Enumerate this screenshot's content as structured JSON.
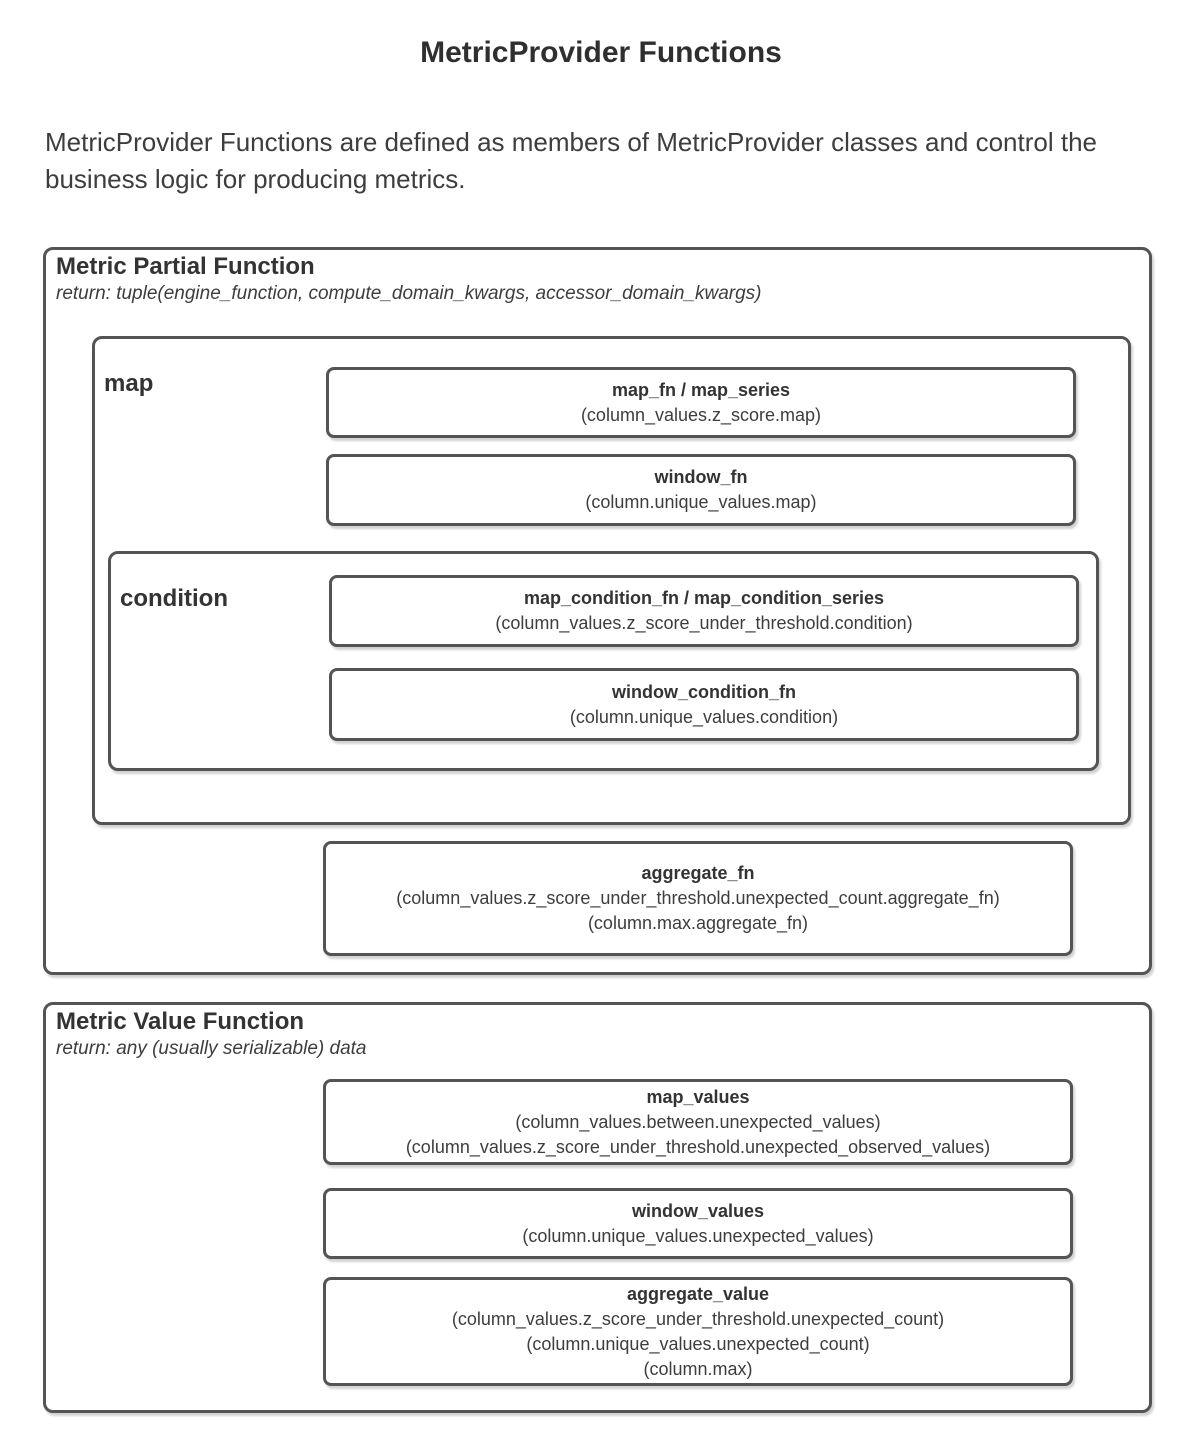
{
  "page": {
    "title": "MetricProvider Functions",
    "intro": "MetricProvider Functions are defined as members of MetricProvider classes and control the business logic for producing metrics."
  },
  "partial_function": {
    "header": "Metric Partial Function",
    "return_note": "return: tuple(engine_function, compute_domain_kwargs, accessor_domain_kwargs)",
    "map_label": "map",
    "condition_label": "condition",
    "map_fn": {
      "title": "map_fn / map_series",
      "lines": [
        "(column_values.z_score.map)"
      ]
    },
    "window_fn": {
      "title": "window_fn",
      "lines": [
        "(column.unique_values.map)"
      ]
    },
    "map_condition_fn": {
      "title": "map_condition_fn / map_condition_series",
      "lines": [
        "(column_values.z_score_under_threshold.condition)"
      ]
    },
    "window_condition_fn": {
      "title": "window_condition_fn",
      "lines": [
        "(column.unique_values.condition)"
      ]
    },
    "aggregate_fn": {
      "title": "aggregate_fn",
      "lines": [
        "(column_values.z_score_under_threshold.unexpected_count.aggregate_fn)",
        "(column.max.aggregate_fn)"
      ]
    }
  },
  "value_function": {
    "header": "Metric Value Function",
    "return_note": "return: any (usually serializable) data",
    "map_values": {
      "title": "map_values",
      "lines": [
        "(column_values.between.unexpected_values)",
        "(column_values.z_score_under_threshold.unexpected_observed_values)"
      ]
    },
    "window_values": {
      "title": "window_values",
      "lines": [
        "(column.unique_values.unexpected_values)"
      ]
    },
    "aggregate_value": {
      "title": "aggregate_value",
      "lines": [
        "(column_values.z_score_under_threshold.unexpected_count)",
        "(column.unique_values.unexpected_count)",
        "(column.max)"
      ]
    }
  },
  "colors": {
    "border": "#545454",
    "heading": "#333333",
    "text": "#3d3d3d",
    "background": "#ffffff"
  }
}
